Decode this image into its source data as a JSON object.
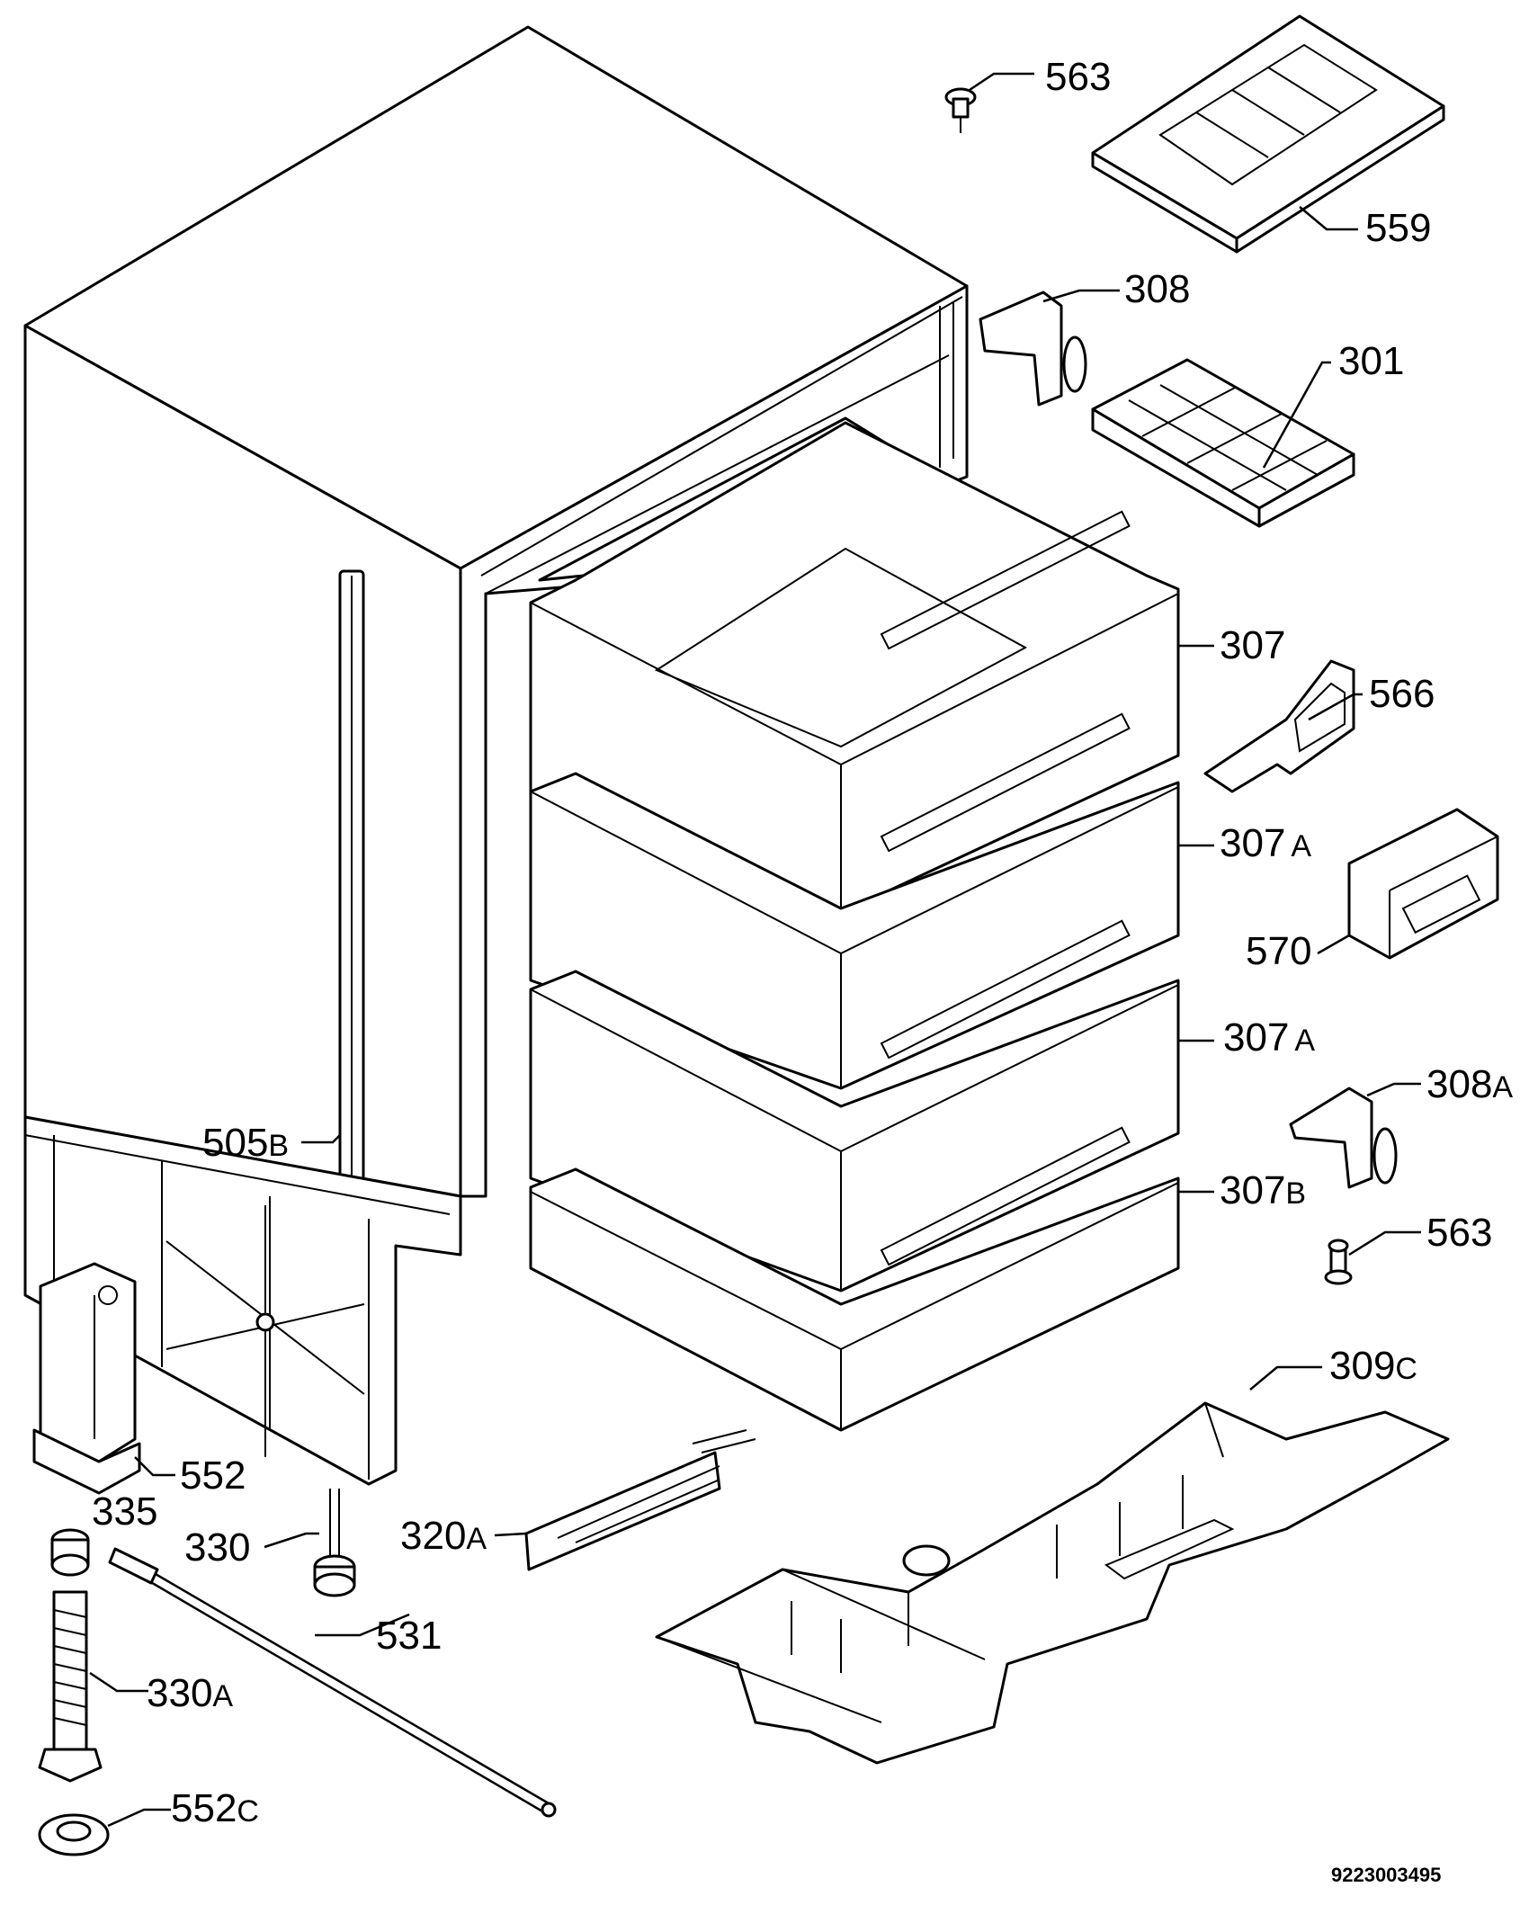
{
  "diagram": {
    "labels": [
      {
        "id": "563-top",
        "text": "563",
        "suffix": ""
      },
      {
        "id": "559",
        "text": "559",
        "suffix": ""
      },
      {
        "id": "308",
        "text": "308",
        "suffix": ""
      },
      {
        "id": "301",
        "text": "301",
        "suffix": ""
      },
      {
        "id": "307",
        "text": "307",
        "suffix": ""
      },
      {
        "id": "566",
        "text": "566",
        "suffix": ""
      },
      {
        "id": "307a-1",
        "text": "307",
        "suffix": "A"
      },
      {
        "id": "570",
        "text": "570",
        "suffix": ""
      },
      {
        "id": "307a-2",
        "text": "307",
        "suffix": "A"
      },
      {
        "id": "308a",
        "text": "308",
        "suffix": "A"
      },
      {
        "id": "505b",
        "text": "505",
        "suffix": "B"
      },
      {
        "id": "307b",
        "text": "307",
        "suffix": "B"
      },
      {
        "id": "563-bottom",
        "text": "563",
        "suffix": ""
      },
      {
        "id": "309c",
        "text": "309",
        "suffix": "C"
      },
      {
        "id": "552",
        "text": "552",
        "suffix": ""
      },
      {
        "id": "335",
        "text": "335",
        "suffix": ""
      },
      {
        "id": "330",
        "text": "330",
        "suffix": ""
      },
      {
        "id": "320a",
        "text": "320",
        "suffix": "A"
      },
      {
        "id": "531",
        "text": "531",
        "suffix": ""
      },
      {
        "id": "330a",
        "text": "330",
        "suffix": "A"
      },
      {
        "id": "552c",
        "text": "552",
        "suffix": "C"
      }
    ],
    "drawing_code": "9223003495"
  }
}
